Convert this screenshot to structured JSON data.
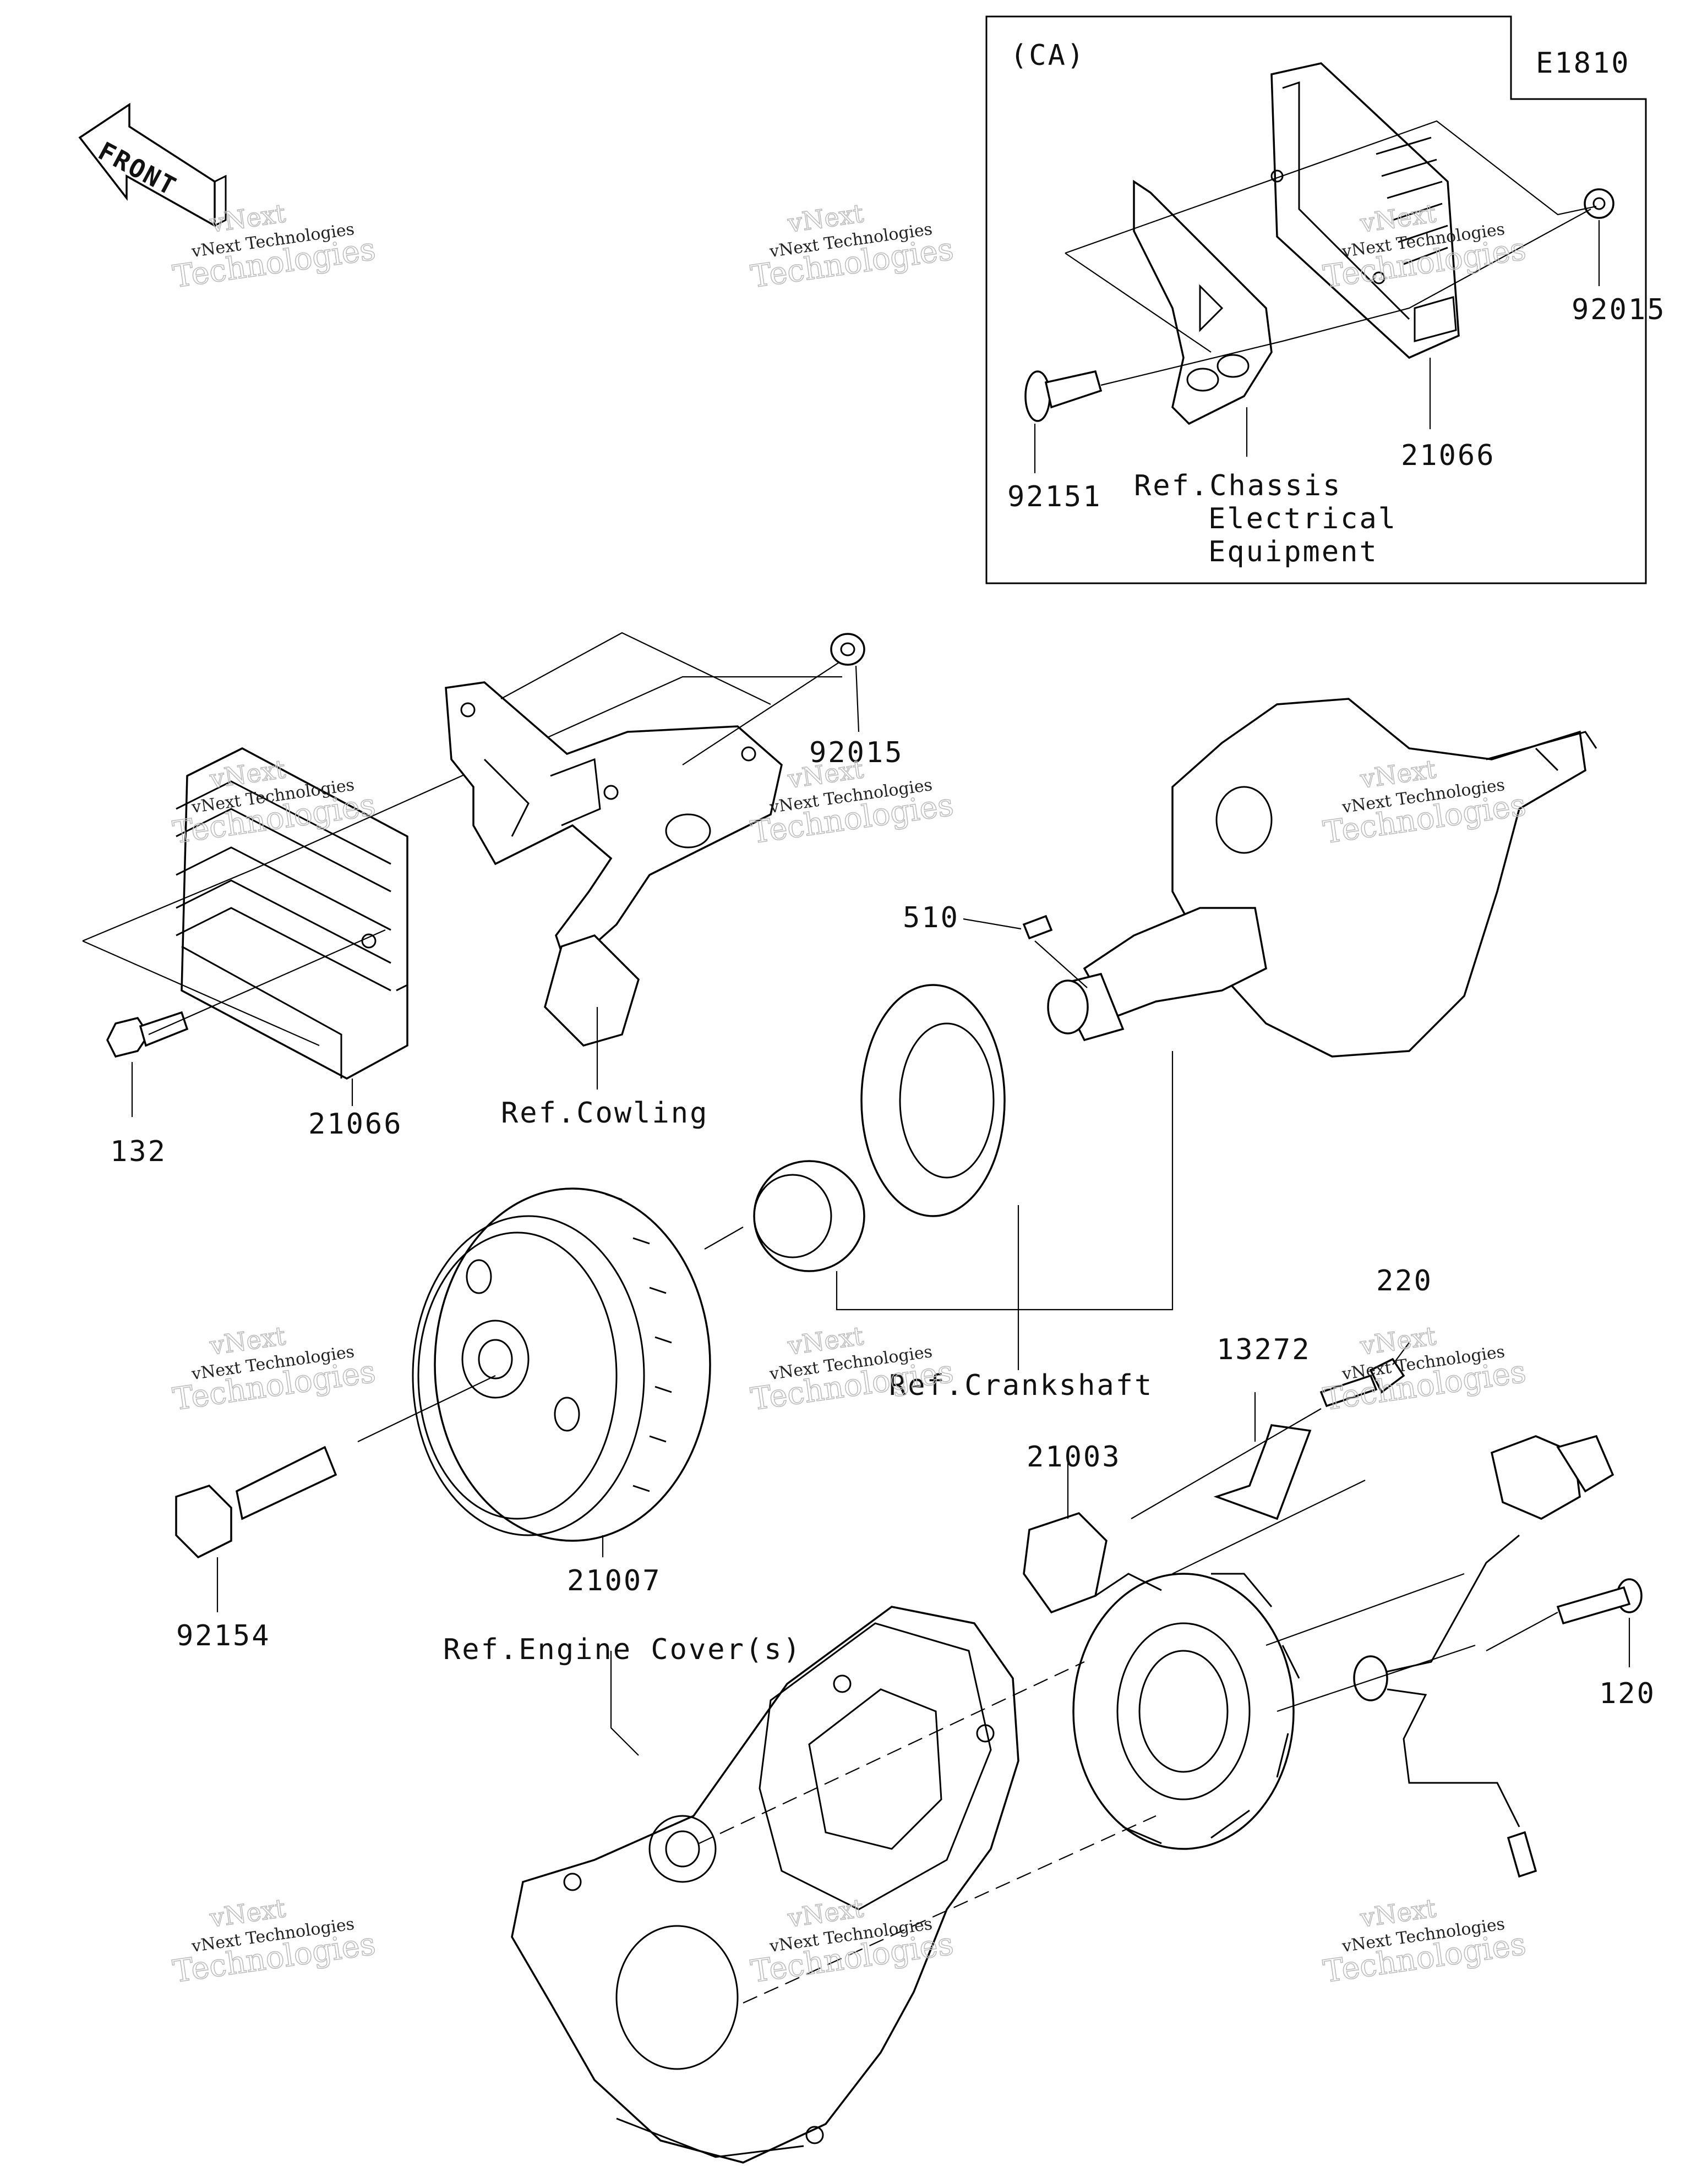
{
  "diagram": {
    "code": "E1810",
    "inset_region": "(CA)",
    "front_arrow_label": "FRONT",
    "watermark": {
      "line1": "vNext Technologies",
      "line2": "Technologies",
      "line0": "vNext"
    },
    "part_numbers": {
      "p92015_inset": "92015",
      "p21066_inset": "21066",
      "p92151": "92151",
      "p92015_main": "92015",
      "p21066_main": "21066",
      "p132": "132",
      "p510": "510",
      "p21007": "21007",
      "p92154": "92154",
      "p13272": "13272",
      "p220": "220",
      "p21003": "21003",
      "p120": "120"
    },
    "references": {
      "chassis_line1": "Ref.Chassis",
      "chassis_line2": "Electrical",
      "chassis_line3": "Equipment",
      "cowling": "Ref.Cowling",
      "crankshaft": "Ref.Crankshaft",
      "engine_cover": "Ref.Engine Cover(s)"
    }
  }
}
